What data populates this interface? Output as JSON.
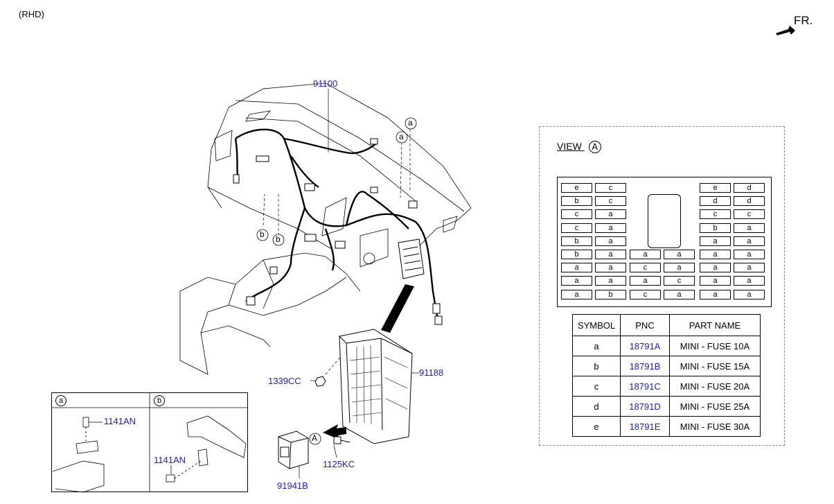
{
  "header": {
    "variant": "(RHD)",
    "front_label": "FR."
  },
  "callouts": {
    "harness_main": "91100",
    "junction_box": "91188",
    "nut": "1339CC",
    "bolt": "1125KC",
    "relay_box": "91941B",
    "ref_a1": "a",
    "ref_a2": "a",
    "ref_b1": "b",
    "ref_b2": "b",
    "view_arrow": "A"
  },
  "details": {
    "col_a_symbol": "a",
    "col_b_symbol": "b",
    "col_a_part": "1141AN",
    "col_b_part": "1141AN"
  },
  "view": {
    "title": "VIEW",
    "symbol": "A",
    "left_rows": [
      [
        "e",
        "c"
      ],
      [
        "b",
        "c"
      ],
      [
        "c",
        "a"
      ],
      [
        "c",
        "a"
      ],
      [
        "b",
        "a"
      ],
      [
        "b",
        "a"
      ],
      [
        "a",
        "a"
      ],
      [
        "a",
        "a"
      ],
      [
        "a",
        "b"
      ]
    ],
    "middle_rows": [
      [
        "a",
        "a"
      ],
      [
        "c",
        "a"
      ],
      [
        "a",
        "c"
      ],
      [
        "c",
        "a"
      ]
    ],
    "right_rows": [
      [
        "e",
        "d"
      ],
      [
        "d",
        "d"
      ],
      [
        "c",
        "c"
      ],
      [
        "b",
        "a"
      ],
      [
        "a",
        "a"
      ],
      [
        "a",
        "a"
      ],
      [
        "a",
        "a"
      ],
      [
        "a",
        "a"
      ],
      [
        "a",
        "a"
      ]
    ]
  },
  "parts_table": {
    "headers": [
      "SYMBOL",
      "PNC",
      "PART NAME"
    ],
    "rows": [
      {
        "symbol": "a",
        "pnc": "18791A",
        "name": "MINI - FUSE 10A"
      },
      {
        "symbol": "b",
        "pnc": "18791B",
        "name": "MINI - FUSE 15A"
      },
      {
        "symbol": "c",
        "pnc": "18791C",
        "name": "MINI - FUSE 20A"
      },
      {
        "symbol": "d",
        "pnc": "18791D",
        "name": "MINI - FUSE 25A"
      },
      {
        "symbol": "e",
        "pnc": "18791E",
        "name": "MINI - FUSE 30A"
      }
    ]
  },
  "colors": {
    "pnc_link": "#1a1acc",
    "line": "#000000"
  }
}
